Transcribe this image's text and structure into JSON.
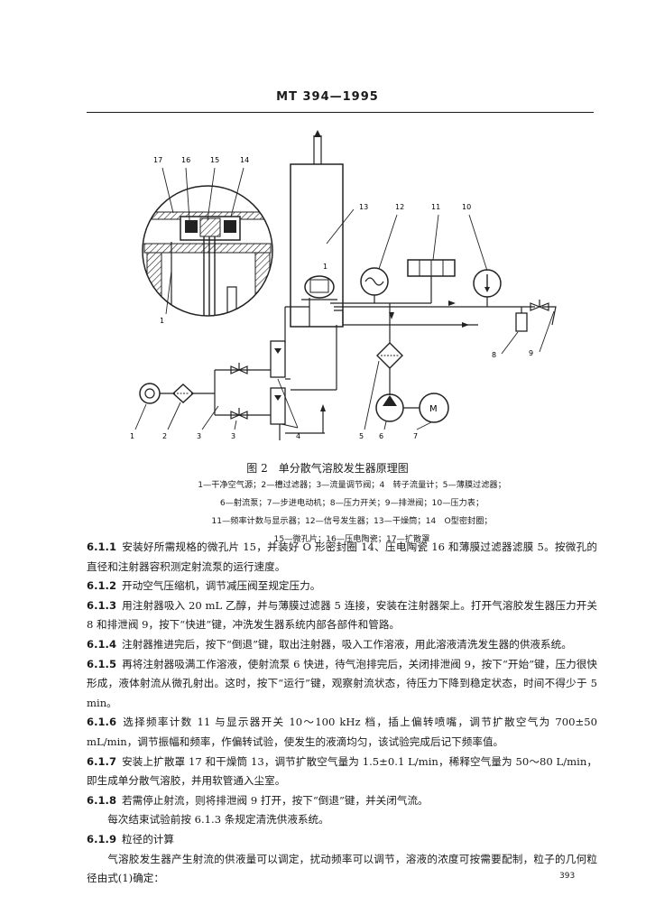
{
  "header": "MT 394—1995",
  "figure": {
    "caption": "图 2　单分散气溶胶发生器原理图",
    "legend": [
      "1—干净空气源；2—槽过滤器；3—流量调节阀；4　转子流量计；5—薄膜过滤器；",
      "6—射流泵；7—步进电动机；8—压力开关；9—排泄阀；10—压力表；",
      "11—频率计数与显示器；12—信号发生器；13—干燥筒；14　O型密封圈；",
      "15—微孔片；16—压电陶瓷；17—扩散罩"
    ],
    "labels": {
      "n1": "1",
      "n2": "2",
      "n3": "3",
      "n4": "4",
      "n5": "5",
      "n6": "6",
      "n7": "7",
      "n8": "8",
      "n9": "9",
      "n10": "10",
      "n11": "11",
      "n12": "12",
      "n13": "13",
      "n14": "14",
      "n15": "15",
      "n16": "16",
      "n17": "17",
      "motor": "M"
    }
  },
  "sections": [
    {
      "num": "6.1.1",
      "text": "安装好所需规格的微孔片 15，并装好 O 形密封圈 14、压电陶瓷 16 和薄膜过滤器滤膜 5。按微孔的直径和注射器容积测定射流泵的运行速度。"
    },
    {
      "num": "6.1.2",
      "text": "开动空气压缩机，调节减压阀至规定压力。"
    },
    {
      "num": "6.1.3",
      "text": "用注射器吸入 20 mL 乙醇，并与薄膜过滤器 5 连接，安装在注射器架上。打开气溶胶发生器压力开关 8 和排泄阀 9，按下“快进”键，冲洗发生器系统内部各部件和管路。"
    },
    {
      "num": "6.1.4",
      "text": "注射器推进完后，按下“倒退”键，取出注射器，吸入工作溶液，用此溶液清洗发生器的供液系统。"
    },
    {
      "num": "6.1.5",
      "text": "再将注射器吸满工作溶液，使射流泵 6 快进，待气泡排完后，关闭排泄阀 9，按下“开始”键，压力很快形成，液体射流从微孔射出。这时，按下“运行”键，观察射流状态，待压力下降到稳定状态，时间不得少于 5 min。"
    },
    {
      "num": "6.1.6",
      "text": "选择频率计数 11 与显示器开关 10～100 kHz 档，插上偏转喷嘴，调节扩散空气为 700±50 mL/min，调节振幅和频率，作偏转试验，使发生的液滴均匀，该试验完成后记下频率值。"
    },
    {
      "num": "6.1.7",
      "text": "安装上扩散罩 17 和干燥筒 13，调节扩散空气量为 1.5±0.1 L/min，稀释空气量为 50～80 L/min，即生成单分散气溶胶，并用软管通入尘室。"
    },
    {
      "num": "6.1.8",
      "text": "若需停止射流，则将排泄阀 9 打开，按下“倒退”键，并关闭气流。"
    },
    {
      "num": "",
      "text": "每次结束试验前按 6.1.3 条规定清洗供液系统。",
      "indent": true
    },
    {
      "num": "6.1.9",
      "text": "粒径的计算"
    },
    {
      "num": "",
      "text": "气溶胶发生器产生射流的供液量可以调定，扰动频率可以调节，溶液的浓度可按需要配制，粒子的几何粒径由式(1)确定：",
      "indent": true
    }
  ],
  "page_number": "393"
}
